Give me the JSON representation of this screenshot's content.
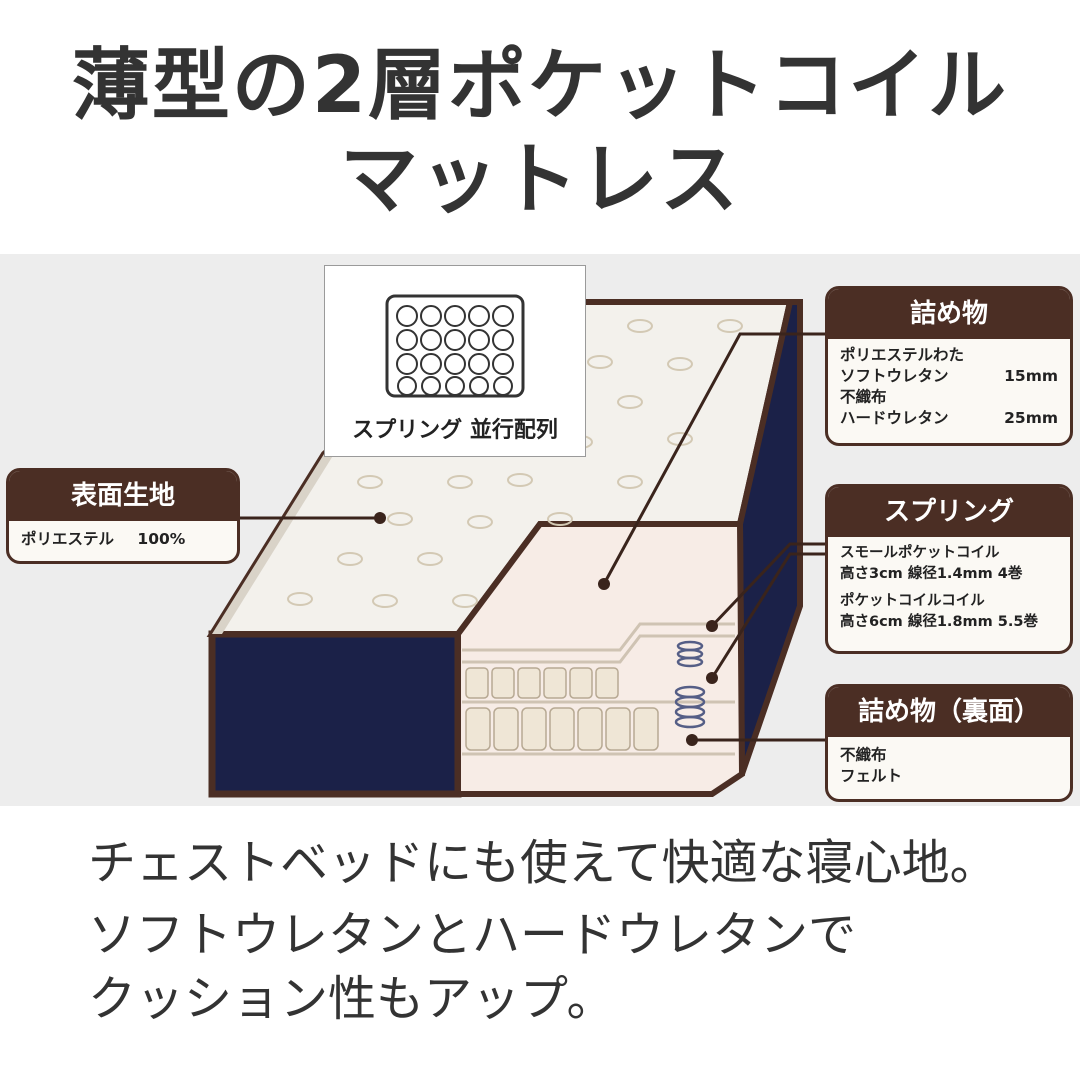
{
  "title": {
    "line1": "薄型の2層ポケットコイル",
    "line2": "マットレス"
  },
  "spring_layout": {
    "label": "スプリング 並行配列"
  },
  "callouts": {
    "surface": {
      "title": "表面生地",
      "material": "ポリエステル",
      "percent": "100%"
    },
    "filling": {
      "title": "詰め物",
      "line1": "ポリエステルわた",
      "line2_name": "ソフトウレタン",
      "line2_value": "15mm",
      "line3": "不織布",
      "line4_name": "ハードウレタン",
      "line4_value": "25mm"
    },
    "spring": {
      "title": "スプリング",
      "line1": "スモールポケットコイル",
      "line2": "高さ3cm 線径1.4mm 4巻",
      "line3": "ポケットコイルコイル",
      "line4": "高さ6cm 線径1.8mm 5.5巻"
    },
    "back": {
      "title": "詰め物（裏面）",
      "line1": "不織布",
      "line2": "フェルト"
    }
  },
  "caption": {
    "line1": "チェストベッドにも使えて快適な寝心地。",
    "line2": "ソフトウレタンとハードウレタンで",
    "line3": "クッション性もアップ。"
  },
  "colors": {
    "frame_brown": "#4b2e24",
    "side_navy": "#1b2148",
    "fabric": "#f3f1ec",
    "cut_foam": "#f7ece6",
    "text_dark": "#333333"
  }
}
